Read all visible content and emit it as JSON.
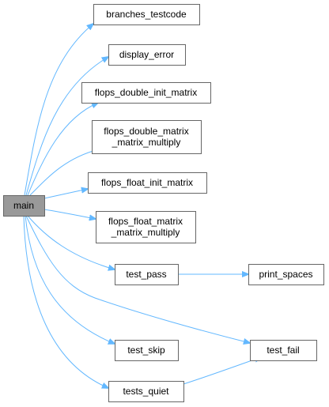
{
  "graph": {
    "colors": {
      "edge": "#63b8ff",
      "node_border": "#666666",
      "root_fill": "#999999"
    },
    "nodes": [
      {
        "id": "main",
        "lines": [
          "main"
        ]
      },
      {
        "id": "branches_testcode",
        "lines": [
          "branches_testcode"
        ]
      },
      {
        "id": "display_error",
        "lines": [
          "display_error"
        ]
      },
      {
        "id": "flops_double_init_matrix",
        "lines": [
          "flops_double_init_matrix"
        ]
      },
      {
        "id": "flops_double_matrix_matrix_multiply",
        "lines": [
          "flops_double_matrix",
          "_matrix_multiply"
        ]
      },
      {
        "id": "flops_float_init_matrix",
        "lines": [
          "flops_float_init_matrix"
        ]
      },
      {
        "id": "flops_float_matrix_matrix_multiply",
        "lines": [
          "flops_float_matrix",
          "_matrix_multiply"
        ]
      },
      {
        "id": "test_pass",
        "lines": [
          "test_pass"
        ]
      },
      {
        "id": "print_spaces",
        "lines": [
          "print_spaces"
        ]
      },
      {
        "id": "test_fail",
        "lines": [
          "test_fail"
        ]
      },
      {
        "id": "test_skip",
        "lines": [
          "test_skip"
        ]
      },
      {
        "id": "tests_quiet",
        "lines": [
          "tests_quiet"
        ]
      }
    ],
    "edges": [
      [
        "main",
        "branches_testcode"
      ],
      [
        "main",
        "display_error"
      ],
      [
        "main",
        "flops_double_init_matrix"
      ],
      [
        "main",
        "flops_double_matrix_matrix_multiply"
      ],
      [
        "main",
        "flops_float_init_matrix"
      ],
      [
        "main",
        "flops_float_matrix_matrix_multiply"
      ],
      [
        "main",
        "test_pass"
      ],
      [
        "main",
        "test_fail"
      ],
      [
        "main",
        "test_skip"
      ],
      [
        "main",
        "tests_quiet"
      ],
      [
        "test_pass",
        "print_spaces"
      ],
      [
        "tests_quiet",
        "test_fail"
      ]
    ]
  }
}
